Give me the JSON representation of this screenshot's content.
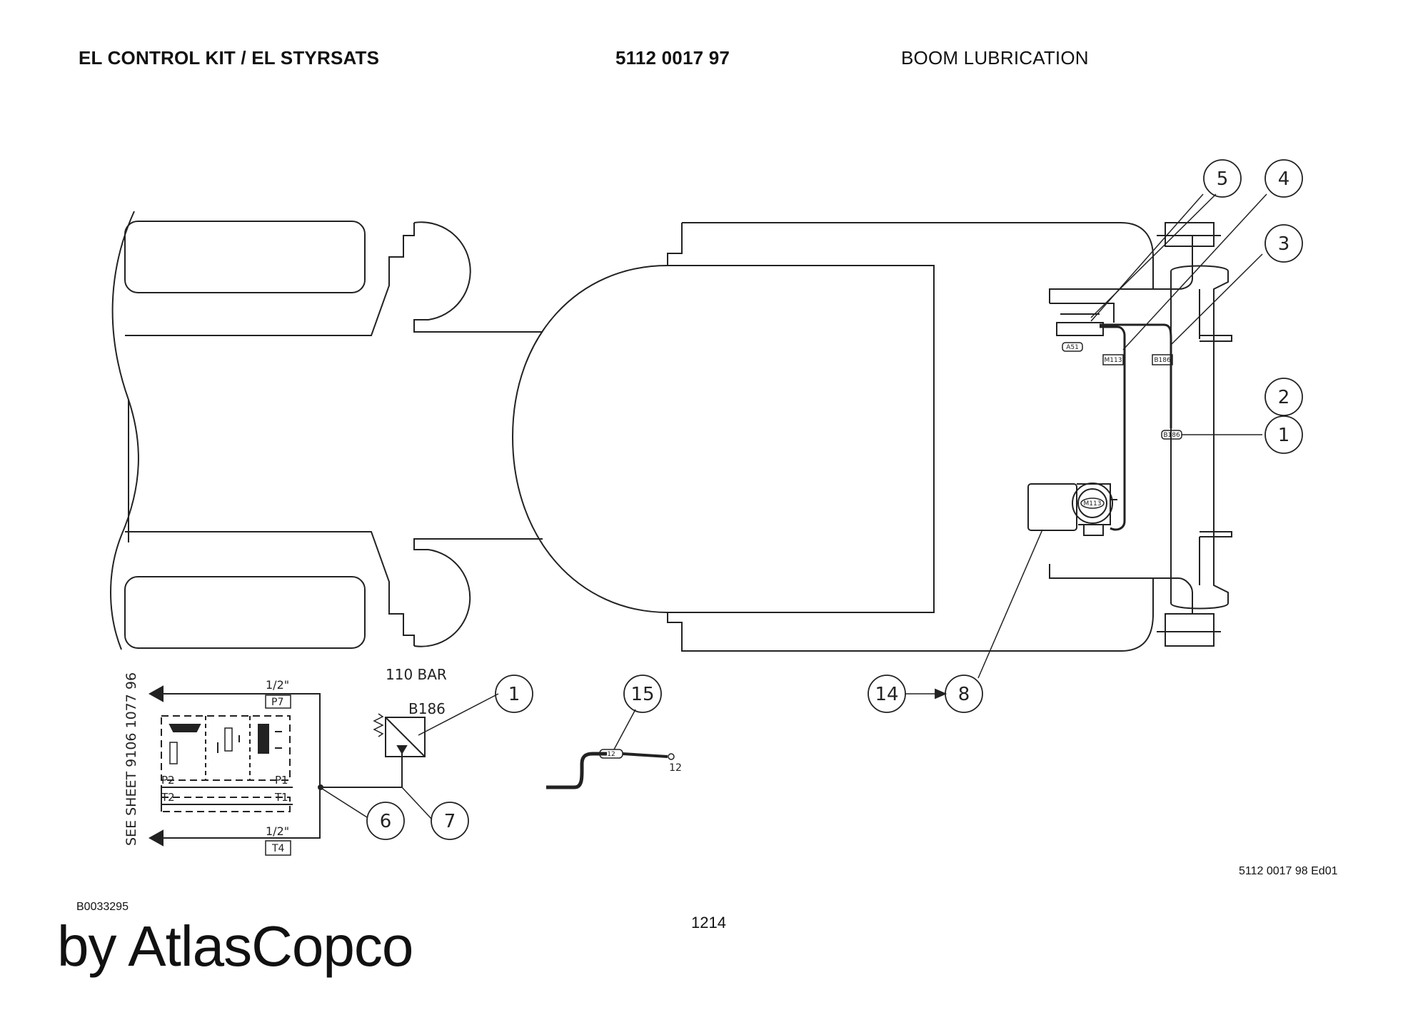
{
  "header": {
    "title": "EL CONTROL KIT / EL STYRSATS",
    "part_number": "5112 0017 97",
    "section": "BOOM LUBRICATION"
  },
  "callouts": {
    "c1": "1",
    "c2": "2",
    "c3": "3",
    "c4": "4",
    "c5": "5",
    "c6": "6",
    "c7": "7",
    "c8": "8",
    "c14": "14",
    "c15": "15",
    "c1b": "1"
  },
  "wire_labels": {
    "a51": "A51",
    "m113": "M113",
    "b186_top": "B186",
    "b186_bottom": "B186",
    "m113_motor": "M113",
    "cable_12": "12",
    "cable_end_12": "12"
  },
  "hydraulic": {
    "pressure": "110 BAR",
    "sensor": "B186",
    "pipe_top": "1/2\"",
    "pipe_bottom": "1/2\"",
    "port_p7": "P7",
    "port_t4": "T4",
    "port_p2": "P2",
    "port_p1": "P1",
    "port_t2": "T2",
    "port_t1": "T1",
    "see_sheet": "SEE SHEET 9106 1077 96"
  },
  "footer": {
    "ref_code": "5112 0017 98 Ed01",
    "doc_id": "B0033295",
    "page_number": "1214",
    "brand": "by AtlasCopco"
  }
}
